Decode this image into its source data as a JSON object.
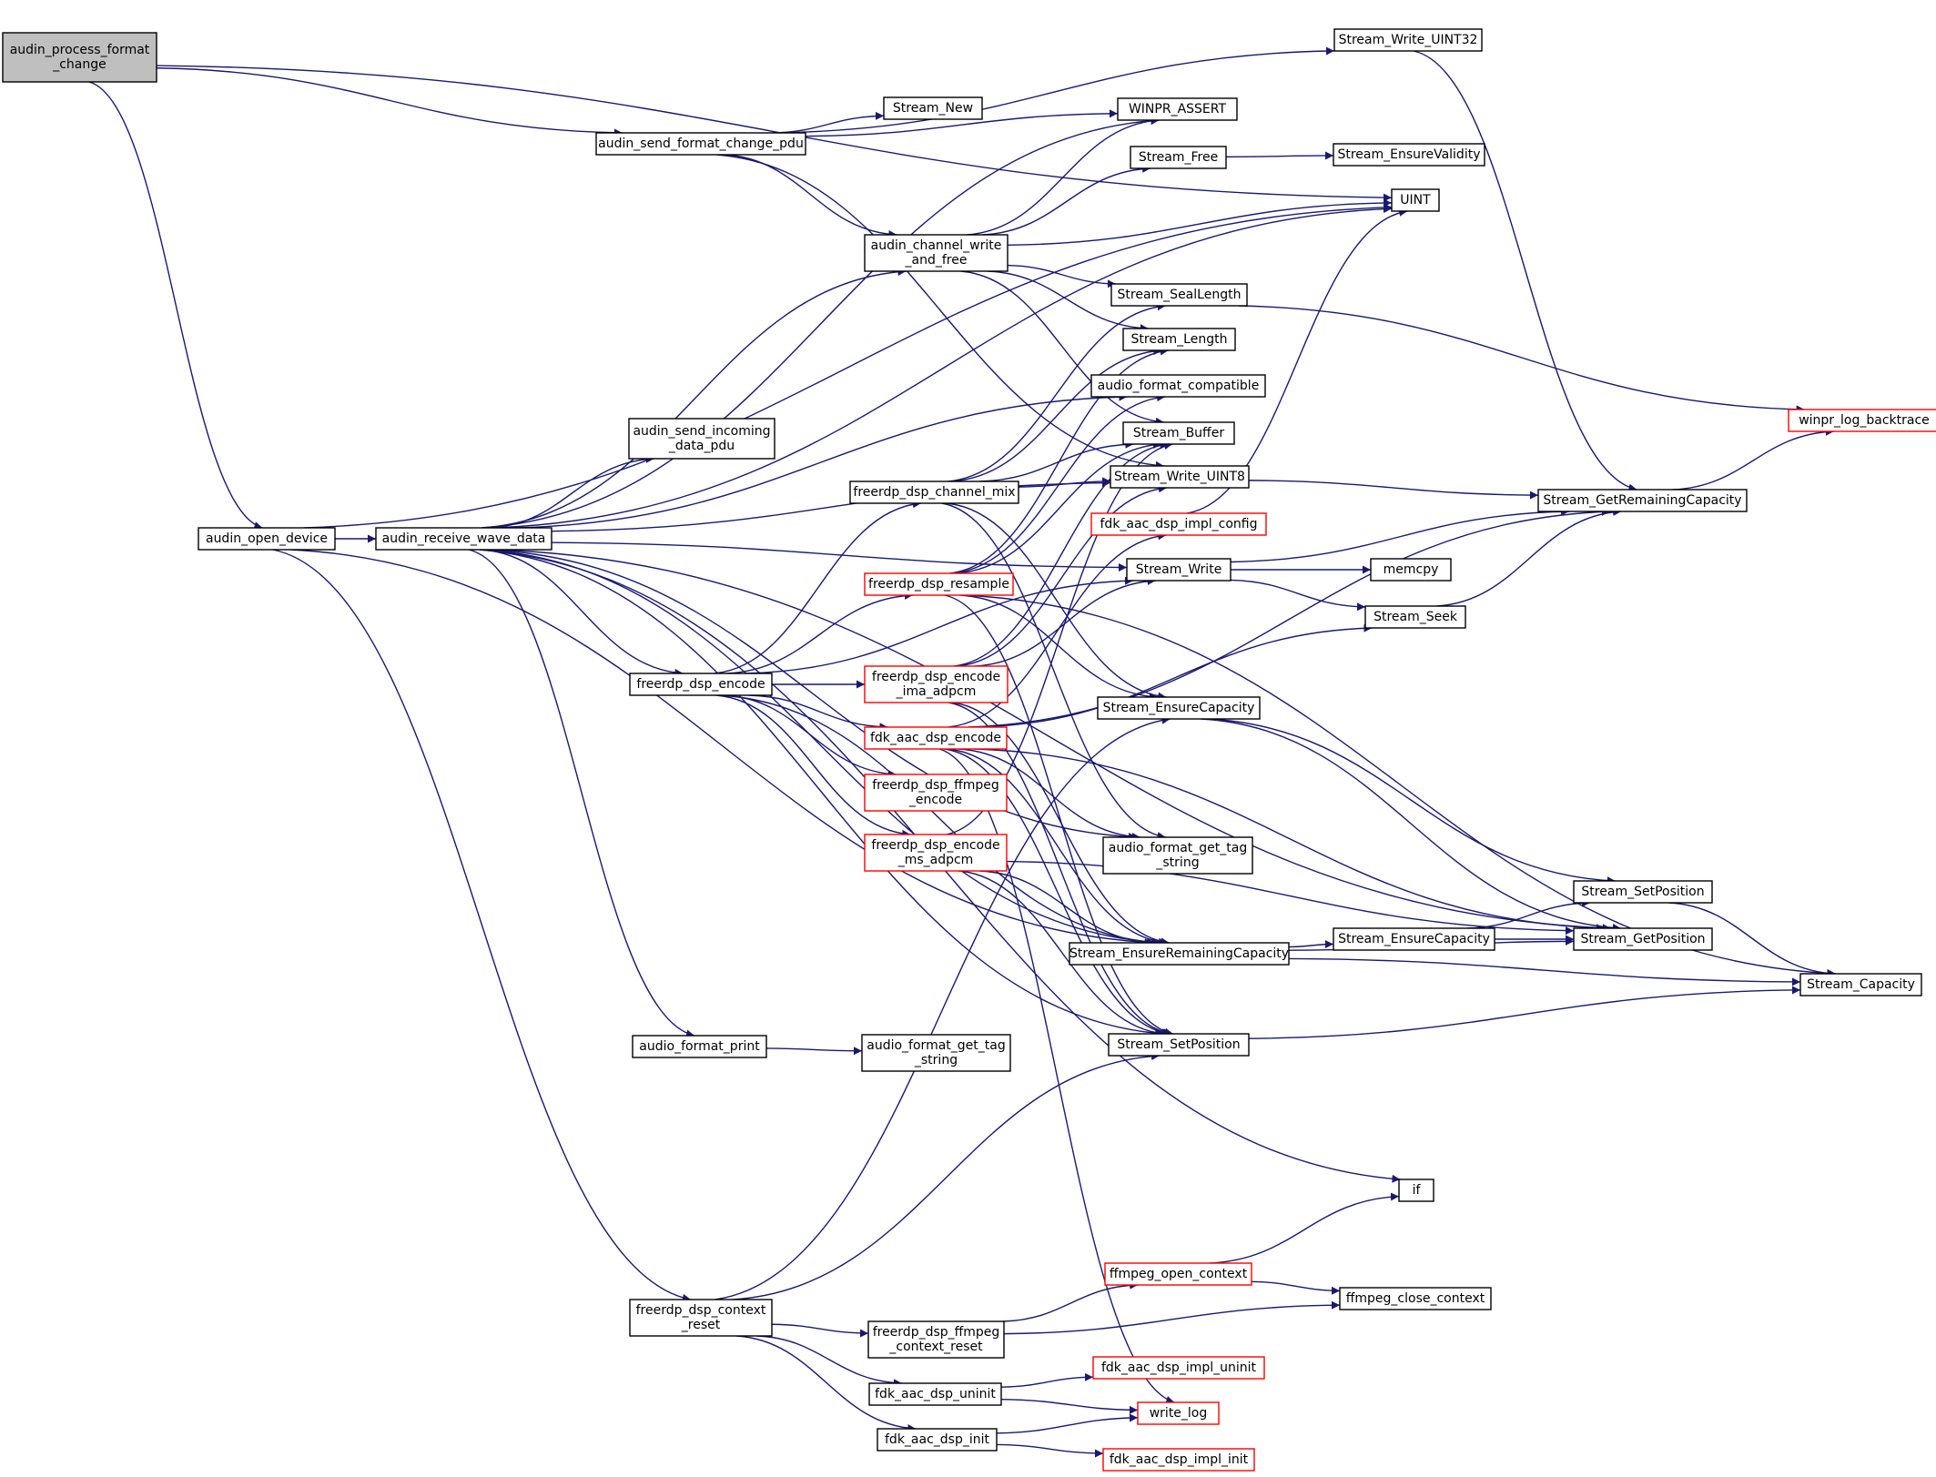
{
  "graph": {
    "colors": {
      "edge": "#191970",
      "node_border": "#000000",
      "truncated_border": "#ff0000",
      "root_fill": "#bfbfbf",
      "node_fill": "#ffffff"
    },
    "nodes": [
      {
        "id": "n0",
        "lines": [
          "audin_process_format",
          "_change"
        ],
        "style": "root"
      },
      {
        "id": "n1",
        "lines": [
          "audin_open_device"
        ],
        "style": "normal"
      },
      {
        "id": "n2",
        "lines": [
          "audin_send_format_change_pdu"
        ],
        "style": "normal"
      },
      {
        "id": "n3",
        "lines": [
          "audin_receive_wave_data"
        ],
        "style": "normal"
      },
      {
        "id": "n4",
        "lines": [
          "audin_channel_write",
          "_and_free"
        ],
        "style": "normal"
      },
      {
        "id": "n5",
        "lines": [
          "audin_send_incoming",
          "_data_pdu"
        ],
        "style": "normal"
      },
      {
        "id": "n6",
        "lines": [
          "freerdp_dsp_encode"
        ],
        "style": "normal"
      },
      {
        "id": "n7",
        "lines": [
          "audio_format_print"
        ],
        "style": "normal"
      },
      {
        "id": "n8",
        "lines": [
          "freerdp_dsp_context",
          "_reset"
        ],
        "style": "normal"
      },
      {
        "id": "n9",
        "lines": [
          "Stream_New"
        ],
        "style": "normal"
      },
      {
        "id": "n10",
        "lines": [
          "freerdp_dsp_channel_mix"
        ],
        "style": "normal"
      },
      {
        "id": "n11",
        "lines": [
          "freerdp_dsp_resample"
        ],
        "style": "truncated"
      },
      {
        "id": "n12",
        "lines": [
          "freerdp_dsp_encode",
          "_ima_adpcm"
        ],
        "style": "truncated"
      },
      {
        "id": "n13",
        "lines": [
          "fdk_aac_dsp_encode"
        ],
        "style": "truncated"
      },
      {
        "id": "n14",
        "lines": [
          "freerdp_dsp_ffmpeg",
          "_encode"
        ],
        "style": "truncated"
      },
      {
        "id": "n15",
        "lines": [
          "freerdp_dsp_encode",
          "_ms_adpcm"
        ],
        "style": "truncated"
      },
      {
        "id": "n16",
        "lines": [
          "audio_format_get_tag",
          "_string"
        ],
        "style": "normal"
      },
      {
        "id": "n17",
        "lines": [
          "freerdp_dsp_ffmpeg",
          "_context_reset"
        ],
        "style": "normal"
      },
      {
        "id": "n18",
        "lines": [
          "fdk_aac_dsp_uninit"
        ],
        "style": "normal"
      },
      {
        "id": "n19",
        "lines": [
          "fdk_aac_dsp_init"
        ],
        "style": "normal"
      },
      {
        "id": "n20",
        "lines": [
          "WINPR_ASSERT"
        ],
        "style": "normal"
      },
      {
        "id": "n21",
        "lines": [
          "Stream_Free"
        ],
        "style": "normal"
      },
      {
        "id": "n22",
        "lines": [
          "Stream_SealLength"
        ],
        "style": "normal"
      },
      {
        "id": "n23",
        "lines": [
          "Stream_Length"
        ],
        "style": "normal"
      },
      {
        "id": "n24",
        "lines": [
          "audio_format_compatible"
        ],
        "style": "normal"
      },
      {
        "id": "n25",
        "lines": [
          "Stream_Buffer"
        ],
        "style": "normal"
      },
      {
        "id": "n26",
        "lines": [
          "Stream_Write_UINT8"
        ],
        "style": "normal"
      },
      {
        "id": "n27",
        "lines": [
          "fdk_aac_dsp_impl_config"
        ],
        "style": "truncated"
      },
      {
        "id": "n28",
        "lines": [
          "Stream_Write"
        ],
        "style": "normal"
      },
      {
        "id": "n29",
        "lines": [
          "Stream_EnsureCapacity"
        ],
        "style": "normal"
      },
      {
        "id": "n30",
        "lines": [
          "audio_format_get_tag",
          "_string"
        ],
        "style": "normal"
      },
      {
        "id": "n31",
        "lines": [
          "Stream_EnsureRemainingCapacity"
        ],
        "style": "normal"
      },
      {
        "id": "n32",
        "lines": [
          "Stream_SetPosition"
        ],
        "style": "normal"
      },
      {
        "id": "n33",
        "lines": [
          "ffmpeg_open_context"
        ],
        "style": "truncated"
      },
      {
        "id": "n34",
        "lines": [
          "fdk_aac_dsp_impl_uninit"
        ],
        "style": "truncated"
      },
      {
        "id": "n35",
        "lines": [
          "write_log"
        ],
        "style": "truncated"
      },
      {
        "id": "n36",
        "lines": [
          "fdk_aac_dsp_impl_init"
        ],
        "style": "truncated"
      },
      {
        "id": "n37",
        "lines": [
          "Stream_Write_UINT32"
        ],
        "style": "normal"
      },
      {
        "id": "n38",
        "lines": [
          "Stream_EnsureValidity"
        ],
        "style": "normal"
      },
      {
        "id": "n39",
        "lines": [
          "UINT"
        ],
        "style": "normal"
      },
      {
        "id": "n40",
        "lines": [
          "memcpy"
        ],
        "style": "normal"
      },
      {
        "id": "n41",
        "lines": [
          "Stream_Seek"
        ],
        "style": "normal"
      },
      {
        "id": "n42",
        "lines": [
          "Stream_EnsureCapacity"
        ],
        "style": "normal"
      },
      {
        "id": "n43",
        "lines": [
          "if"
        ],
        "style": "normal"
      },
      {
        "id": "n44",
        "lines": [
          "ffmpeg_close_context"
        ],
        "style": "normal"
      },
      {
        "id": "n45",
        "lines": [
          "Stream_GetRemainingCapacity"
        ],
        "style": "normal"
      },
      {
        "id": "n46",
        "lines": [
          "Stream_SetPosition"
        ],
        "style": "normal"
      },
      {
        "id": "n47",
        "lines": [
          "Stream_GetPosition"
        ],
        "style": "normal"
      },
      {
        "id": "n48",
        "lines": [
          "Stream_Capacity"
        ],
        "style": "normal"
      },
      {
        "id": "n49",
        "lines": [
          "winpr_log_backtrace"
        ],
        "style": "truncated"
      }
    ],
    "edges": [
      {
        "from": "n0",
        "to": "n2"
      },
      {
        "from": "n0",
        "to": "n1"
      },
      {
        "from": "n0",
        "to": "n39"
      },
      {
        "from": "n1",
        "to": "n3"
      },
      {
        "from": "n1",
        "to": "n8"
      },
      {
        "from": "n1",
        "to": "n39"
      },
      {
        "from": "n1",
        "to": "n31"
      },
      {
        "from": "n2",
        "to": "n9"
      },
      {
        "from": "n2",
        "to": "n20"
      },
      {
        "from": "n2",
        "to": "n4"
      },
      {
        "from": "n2",
        "to": "n37"
      },
      {
        "from": "n2",
        "to": "n26"
      },
      {
        "from": "n3",
        "to": "n4"
      },
      {
        "from": "n3",
        "to": "n5"
      },
      {
        "from": "n3",
        "to": "n6"
      },
      {
        "from": "n3",
        "to": "n7"
      },
      {
        "from": "n3",
        "to": "n20"
      },
      {
        "from": "n3",
        "to": "n39"
      },
      {
        "from": "n3",
        "to": "n24"
      },
      {
        "from": "n3",
        "to": "n26"
      },
      {
        "from": "n3",
        "to": "n28"
      },
      {
        "from": "n3",
        "to": "n16"
      },
      {
        "from": "n3",
        "to": "n31"
      },
      {
        "from": "n3",
        "to": "n32"
      },
      {
        "from": "n3",
        "to": "n47"
      },
      {
        "from": "n3",
        "to": "n43"
      },
      {
        "from": "n4",
        "to": "n20"
      },
      {
        "from": "n4",
        "to": "n21"
      },
      {
        "from": "n4",
        "to": "n39"
      },
      {
        "from": "n4",
        "to": "n22"
      },
      {
        "from": "n4",
        "to": "n23"
      },
      {
        "from": "n4",
        "to": "n25"
      },
      {
        "from": "n6",
        "to": "n10"
      },
      {
        "from": "n6",
        "to": "n11"
      },
      {
        "from": "n6",
        "to": "n12"
      },
      {
        "from": "n6",
        "to": "n13"
      },
      {
        "from": "n6",
        "to": "n14"
      },
      {
        "from": "n6",
        "to": "n15"
      },
      {
        "from": "n6",
        "to": "n28"
      },
      {
        "from": "n6",
        "to": "n31"
      },
      {
        "from": "n7",
        "to": "n30"
      },
      {
        "from": "n8",
        "to": "n17"
      },
      {
        "from": "n8",
        "to": "n18"
      },
      {
        "from": "n8",
        "to": "n19"
      },
      {
        "from": "n8",
        "to": "n29"
      },
      {
        "from": "n8",
        "to": "n32"
      },
      {
        "from": "n10",
        "to": "n22"
      },
      {
        "from": "n10",
        "to": "n23"
      },
      {
        "from": "n10",
        "to": "n25"
      },
      {
        "from": "n10",
        "to": "n26"
      },
      {
        "from": "n10",
        "to": "n29"
      },
      {
        "from": "n10",
        "to": "n16"
      },
      {
        "from": "n11",
        "to": "n23"
      },
      {
        "from": "n11",
        "to": "n25"
      },
      {
        "from": "n11",
        "to": "n29"
      },
      {
        "from": "n11",
        "to": "n32"
      },
      {
        "from": "n11",
        "to": "n48"
      },
      {
        "from": "n11",
        "to": "n24"
      },
      {
        "from": "n12",
        "to": "n25"
      },
      {
        "from": "n12",
        "to": "n26"
      },
      {
        "from": "n12",
        "to": "n28"
      },
      {
        "from": "n12",
        "to": "n31"
      },
      {
        "from": "n12",
        "to": "n32"
      },
      {
        "from": "n13",
        "to": "n27"
      },
      {
        "from": "n13",
        "to": "n41"
      },
      {
        "from": "n13",
        "to": "n45"
      },
      {
        "from": "n13",
        "to": "n47"
      },
      {
        "from": "n13",
        "to": "n31"
      },
      {
        "from": "n13",
        "to": "n32"
      },
      {
        "from": "n13",
        "to": "n16"
      },
      {
        "from": "n13",
        "to": "n35"
      },
      {
        "from": "n15",
        "to": "n25"
      },
      {
        "from": "n15",
        "to": "n31"
      },
      {
        "from": "n15",
        "to": "n32"
      },
      {
        "from": "n15",
        "to": "n47"
      },
      {
        "from": "n17",
        "to": "n33"
      },
      {
        "from": "n17",
        "to": "n44"
      },
      {
        "from": "n18",
        "to": "n34"
      },
      {
        "from": "n18",
        "to": "n35"
      },
      {
        "from": "n19",
        "to": "n35"
      },
      {
        "from": "n19",
        "to": "n36"
      },
      {
        "from": "n21",
        "to": "n38"
      },
      {
        "from": "n22",
        "to": "n49"
      },
      {
        "from": "n26",
        "to": "n45"
      },
      {
        "from": "n27",
        "to": "n39"
      },
      {
        "from": "n28",
        "to": "n40"
      },
      {
        "from": "n28",
        "to": "n41"
      },
      {
        "from": "n28",
        "to": "n45"
      },
      {
        "from": "n29",
        "to": "n46"
      },
      {
        "from": "n29",
        "to": "n47"
      },
      {
        "from": "n31",
        "to": "n42"
      },
      {
        "from": "n31",
        "to": "n47"
      },
      {
        "from": "n31",
        "to": "n48"
      },
      {
        "from": "n32",
        "to": "n48"
      },
      {
        "from": "n33",
        "to": "n43"
      },
      {
        "from": "n33",
        "to": "n44"
      },
      {
        "from": "n37",
        "to": "n45"
      },
      {
        "from": "n41",
        "to": "n45"
      },
      {
        "from": "n42",
        "to": "n46"
      },
      {
        "from": "n42",
        "to": "n47"
      },
      {
        "from": "n45",
        "to": "n49"
      },
      {
        "from": "n46",
        "to": "n48"
      }
    ]
  }
}
